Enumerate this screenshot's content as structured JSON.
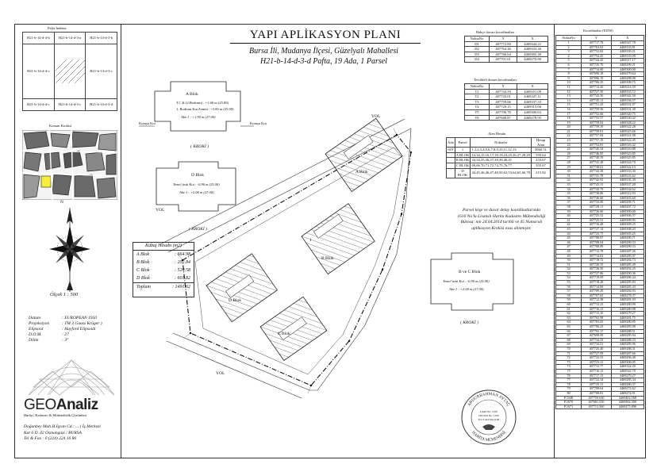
{
  "title": "YAPI APLİKASYON PLANI",
  "subtitle_line1": "Bursa İli, Mudanya İlçesi, Güzelyalı Mahallesi",
  "subtitle_line2": "H21-b-14-d-3-d Pafta, 19 Ada, 1 Parsel",
  "index_panel": {
    "title": "Pafta İndeksi",
    "cells": [
      "H21-b-14-d-4-b",
      "H21-b-14-d-3-a",
      "H21-b-14-d-3-b",
      "H21-b-14-d-4-c",
      "",
      "H21-b-14-d-3-c",
      "H21-b-14-d-4-c",
      "H21-b-14-d-3-c",
      "H21-b-14-d-3-d"
    ]
  },
  "location_title": "Konum Krokisi",
  "north_label": "N",
  "scale": "Ölçek 1 : 500",
  "datum": [
    {
      "k": "Datum",
      "v": ": EUROPEAN 1950"
    },
    {
      "k": "Projeksiyon",
      "v": ": TM 3 Gauss Krüger )"
    },
    {
      "k": "Elipsoid",
      "v": ": Hayford Elipsoidi"
    },
    {
      "k": "D.O.M.",
      "v": ": 27"
    },
    {
      "k": "Dilim",
      "v": ": 3°"
    }
  ],
  "logo": {
    "geo": "GEO",
    "analiz": "Analiz",
    "tagline": "Harita | Kadastro & Mühendislik Çözümleri"
  },
  "address": {
    "line1": "Doğanbey Mah.H.İşyan Cd.: ... ( İş Merkezi",
    "line2": "Kat 6 D. 42 Osmangazi / BURSA",
    "line3": "Tel & Fax : 0 (224) 224 16 86"
  },
  "areas": {
    "title": "Kübaj Hesabı (m2)",
    "rows": [
      {
        "k": "A Blok",
        "v": ": 664.98"
      },
      {
        "k": "B Blok",
        "v": ": 202.84"
      },
      {
        "k": "C Blok",
        "v": ": 520.58"
      },
      {
        "k": "D Blok",
        "v": ": 601.82"
      }
    ],
    "total_k": "Toplam",
    "total_v": ": 1491.62"
  },
  "blocks": {
    "a": {
      "title": "A Blok",
      "kroki": "( KROKİ )",
      "line1": "T.C.K (2.Bodrum) : +1.60 m (25.00)",
      "line2": "1. Bodrum Kat Zemin : +3.00 m (25.00)",
      "line3": "Aks-1 : +1.90 m (27.00)",
      "left": "Komşu Kot",
      "right": "Komşu Kot"
    },
    "d": {
      "title": "D Blok",
      "kroki": "( KROKİ )",
      "line1": "Temel üstü Kot : -0.90 m (25.00)",
      "line2": "Aks-1 : +2.00 m (27.00)"
    },
    "bc": {
      "title": "B ve C Blok",
      "kroki": "( KROKİ )",
      "line1": "Temel üstü Kot : -0.90 m (25.00)",
      "line2": "Aks-1 : +2.00 m (27.00)"
    }
  },
  "plan_labels": {
    "a": "A Blok",
    "b": "B Blok",
    "c": "C Blok",
    "d": "D Blok",
    "road1": "YOL",
    "road2": "YOL",
    "road3": "YOL",
    "parcel": "1"
  },
  "boundary_table": {
    "title": "Bahçe duvarı koordinatları",
    "headers": [
      "NoktaNo",
      "Y",
      "X"
    ],
    "rows": [
      [
        "D1",
        "407772.00",
        "4469344.21"
      ],
      [
        "D2",
        "407764.26",
        "4469333.36"
      ],
      [
        "D3",
        "407766.64",
        "4469305.30"
      ],
      [
        "D4",
        "407701.61",
        "4469270.80"
      ]
    ]
  },
  "tie_table": {
    "title": "Tecrübeli durum koordinatları",
    "headers": [
      "NoktaNo",
      "Y",
      "X"
    ],
    "rows": [
      [
        "T1",
        "407744.59",
        "4469351.09"
      ],
      [
        "T2",
        "407743.01",
        "4469347.11"
      ],
      [
        "T3",
        "407759.06",
        "4469337.33"
      ],
      [
        "T4",
        "407720.15",
        "4469315.60"
      ],
      [
        "T5",
        "407706.78",
        "4469300.63"
      ],
      [
        "T6",
        "407688.87",
        "4469278.95"
      ]
    ]
  },
  "area_table": {
    "title": "Alan Hesabı",
    "headers": [
      "Ada",
      "Parsel",
      "Noktalar",
      "Hesap Alan"
    ],
    "rows": [
      [
        "619",
        "1",
        "1,1,2,3,4,5,6,7,8,9,10,11,12,13",
        "3960.51"
      ],
      [
        "",
        "A BLOK",
        "14,34,15,16,17,18,19,24,25,26,27,28,29",
        "359.64"
      ],
      [
        "",
        "B BLOK",
        "34,34,35,36,37,38,39,40,41",
        "233.67"
      ],
      [
        "",
        "C BLOK",
        "69,66,70,71,72,74,75,76,77",
        "355.67"
      ],
      [
        "",
        "D BLOK",
        "44,45,46,46,47,48,50,62,53,64,65,66,78",
        "215.82"
      ]
    ]
  },
  "note": {
    "line1": "Parsel köşe ve duvar detay koordinatlarında",
    "line2": "1610 No'lu Lisanslı Harita Kadastro Mühendisliği",
    "line3": "Bürosu: nın 24.04.2014 tarihli ve 45 Numaralı",
    "line4": "aplikasyon Krokisi esas alınmıştır."
  },
  "seal": {
    "top": "ABDURRAHMAN AYTAÇ",
    "bottom": "HARİTA MÜHENDİSİ",
    "center1": "Lisans No: 1.610",
    "center2": "Oda Sicil No: 1.610",
    "center3": "Tel: 0 224 224 16 86"
  },
  "coords": {
    "title": "Koordinatlar (ED50)",
    "headers": [
      "NoktaNo",
      "Y",
      "X"
    ],
    "rows": [
      [
        "1",
        "407717.78",
        "4469347.78"
      ],
      [
        "2",
        "407763.63",
        "4469333.81"
      ],
      [
        "3",
        "407752.82",
        "4469339.21"
      ],
      [
        "4",
        "407754.45",
        "4469333.99"
      ],
      [
        "5",
        "407744.45",
        "4469317.17"
      ],
      [
        "6",
        "407725.70",
        "4469299.21"
      ],
      [
        "7",
        "407714.00",
        "4469300.00"
      ],
      [
        "8",
        "407690.18",
        "4469279.64"
      ],
      [
        "9",
        "407696.19",
        "4469288.08"
      ],
      [
        "10",
        "407706.25",
        "4469306.75"
      ],
      [
        "11",
        "407714.20",
        "4469314.59"
      ],
      [
        "12",
        "407727.50",
        "4469333.72"
      ],
      [
        "13",
        "407743.50",
        "4469342.50"
      ],
      [
        "14",
        "407745.11",
        "4469336.57"
      ],
      [
        "15",
        "407751.43",
        "4469331.97"
      ],
      [
        "16",
        "407759.56",
        "4469331.30"
      ],
      [
        "17",
        "407752.66",
        "4469320.75"
      ],
      [
        "18",
        "407753.57",
        "4469330.42"
      ],
      [
        "19",
        "407759.02",
        "4469328.22"
      ],
      [
        "20",
        "407759.19",
        "4469322.28"
      ],
      [
        "21",
        "407759.01",
        "4469325.66"
      ],
      [
        "22",
        "407757.84",
        "4469321.98"
      ],
      [
        "23",
        "407757.19",
        "4469322.45"
      ],
      [
        "24",
        "407752.81",
        "4469316.42"
      ],
      [
        "25",
        "407745.54",
        "4469310.88"
      ],
      [
        "26",
        "407746.85",
        "4469323.85"
      ],
      [
        "27",
        "407740.59",
        "4469325.85"
      ],
      [
        "28",
        "407741.28",
        "4469324.70"
      ],
      [
        "29",
        "407738.01",
        "4469322.13"
      ],
      [
        "30",
        "407743.38",
        "4469333.30"
      ],
      [
        "31",
        "407741.78",
        "4469333.62"
      ],
      [
        "32",
        "407742.91",
        "4469335.39"
      ],
      [
        "33",
        "407743.11",
        "4469337.20"
      ],
      [
        "34",
        "407743.79",
        "4469334.62"
      ],
      [
        "35",
        "407738.86",
        "4469312.93"
      ],
      [
        "36",
        "407746.60",
        "4469303.60"
      ],
      [
        "37",
        "407733.00",
        "4469298.71"
      ],
      [
        "38",
        "407728.11",
        "4469297.72"
      ],
      [
        "39",
        "407726.60",
        "4469300.00"
      ],
      [
        "40",
        "407725.52",
        "4469306.57"
      ],
      [
        "41",
        "407725.51",
        "4469309.95"
      ],
      [
        "42",
        "407716.48",
        "4469309.25"
      ],
      [
        "43",
        "407727.14",
        "4469308.43"
      ],
      [
        "44",
        "407723.75",
        "4469305.25"
      ],
      [
        "45",
        "407708.87",
        "4469290.71"
      ],
      [
        "46",
        "407708.04",
        "4469290.33"
      ],
      [
        "47",
        "407708.89",
        "4469289.33"
      ],
      [
        "48",
        "407712.78",
        "4469287.26"
      ],
      [
        "49",
        "407714.02",
        "4469285.97"
      ],
      [
        "50",
        "407718.72",
        "4469284.73"
      ],
      [
        "51",
        "407720.55",
        "4469285.49"
      ],
      [
        "52",
        "407726.50",
        "4469292.25"
      ],
      [
        "53",
        "407727.86",
        "4469290.36"
      ],
      [
        "54",
        "407719.09",
        "4469286.44"
      ],
      [
        "55",
        "407718.28",
        "4469285.83"
      ],
      [
        "56",
        "407714.09",
        "4469283.43"
      ],
      [
        "57",
        "407709.49",
        "4469284.93"
      ],
      [
        "58",
        "407707.65",
        "4469278.37"
      ],
      [
        "59",
        "407712.38",
        "4469281.03"
      ],
      [
        "60",
        "407713.23",
        "4469280.99"
      ],
      [
        "61",
        "407716.13",
        "4469280.98"
      ],
      [
        "62",
        "407713.10",
        "4469279.27"
      ],
      [
        "63",
        "407702.98",
        "4469281.75"
      ],
      [
        "64",
        "407703.65",
        "4469280.85"
      ],
      [
        "65",
        "407706.23",
        "4469285.08"
      ],
      [
        "66",
        "407703.17",
        "4469288.51"
      ],
      [
        "67",
        "407698.09",
        "4469285.94"
      ],
      [
        "68",
        "407734.53",
        "4469288.33"
      ],
      [
        "69",
        "407734.51",
        "4469285.96"
      ],
      [
        "70",
        "407725.40",
        "4469288.31"
      ],
      [
        "71",
        "407727.09",
        "4469287.66"
      ],
      [
        "72",
        "407724.53",
        "4469296.48"
      ],
      [
        "73",
        "407723.11",
        "4469306.05"
      ],
      [
        "74",
        "407713.77",
        "4469324.20"
      ],
      [
        "75",
        "407716.13",
        "4469322.70"
      ],
      [
        "76",
        "407717.13",
        "4469279.27"
      ],
      [
        "77",
        "407722.34",
        "4469285.34"
      ],
      [
        "78",
        "407725.11",
        "4469280.37"
      ],
      [
        "79",
        "407708.64",
        "4469272.62"
      ],
      [
        "80",
        "407708.81",
        "4469274.91"
      ],
      [
        "P.1048",
        "407759.630",
        "4469402.568"
      ],
      [
        "P.1670",
        "407681.530",
        "4469384.500"
      ],
      [
        "P.1671",
        "407713.560",
        "4469275.896"
      ]
    ]
  }
}
